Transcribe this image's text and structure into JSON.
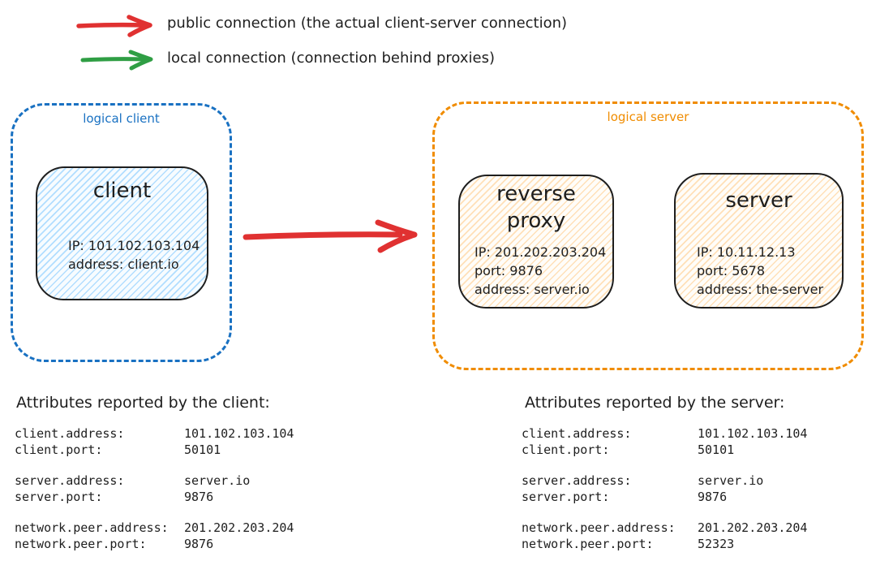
{
  "legend": {
    "items": [
      {
        "name": "public",
        "label": "public connection (the actual client-server connection)",
        "color": "#e03131"
      },
      {
        "name": "local",
        "label": "local connection (connection behind proxies)",
        "color": "#2f9e44"
      }
    ]
  },
  "diagram": {
    "logical_client": {
      "label": "logical client",
      "border_color": "#1971c2",
      "client_node": {
        "title": "client",
        "lines": [
          "IP: 101.102.103.104",
          "address: client.io"
        ]
      }
    },
    "logical_server": {
      "label": "logical server",
      "border_color": "#f08c00",
      "proxy_node": {
        "title": "reverse proxy",
        "lines": [
          "IP: 201.202.203.204",
          "port: 9876",
          "address: server.io"
        ]
      },
      "server_node": {
        "title": "server",
        "lines": [
          "IP: 10.11.12.13",
          "port: 5678",
          "address: the-server"
        ]
      }
    },
    "main_arrow_color": "#e03131"
  },
  "attributes": {
    "client": {
      "heading": "Attributes reported by the client:",
      "groups": [
        [
          {
            "key": "client.address:",
            "value": "101.102.103.104"
          },
          {
            "key": "client.port:",
            "value": "50101"
          }
        ],
        [
          {
            "key": "server.address:",
            "value": "server.io"
          },
          {
            "key": "server.port:",
            "value": "9876"
          }
        ],
        [
          {
            "key": "network.peer.address:",
            "value": "201.202.203.204"
          },
          {
            "key": "network.peer.port:",
            "value": "9876"
          }
        ]
      ]
    },
    "server": {
      "heading": "Attributes reported by the server:",
      "groups": [
        [
          {
            "key": "client.address:",
            "value": "101.102.103.104"
          },
          {
            "key": "client.port:",
            "value": "50101"
          }
        ],
        [
          {
            "key": "server.address:",
            "value": "server.io"
          },
          {
            "key": "server.port:",
            "value": "9876"
          }
        ],
        [
          {
            "key": "network.peer.address:",
            "value": "201.202.203.204"
          },
          {
            "key": "network.peer.port:",
            "value": "52323"
          }
        ]
      ]
    }
  },
  "colors": {
    "stroke": "#1e1e1e",
    "public_connection": "#e03131",
    "local_connection": "#2f9e44",
    "logical_client_border": "#1971c2",
    "logical_server_border": "#f08c00",
    "client_fill": "#a5d8ff",
    "server_fill": "#ffd8a8"
  }
}
